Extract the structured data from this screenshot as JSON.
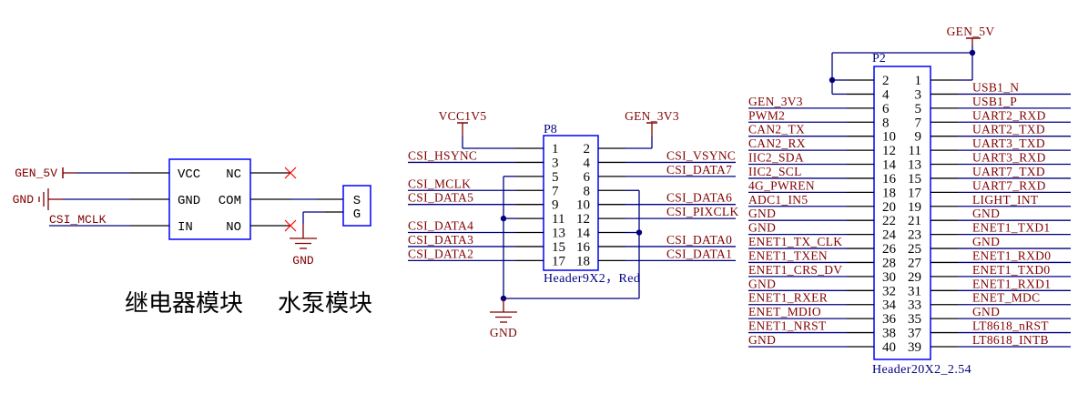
{
  "colors": {
    "wire": "#000080",
    "pin": "#000000",
    "component_outline": "#0000ff",
    "net_label": "#800000",
    "designator": "#000080",
    "pin_number": "#000000",
    "no_connect": "#ff0000",
    "power_symbol": "#800000"
  },
  "relay_module": {
    "left_pins": [
      "VCC",
      "GND",
      "IN"
    ],
    "right_pins": [
      "NC",
      "COM",
      "NO"
    ],
    "vcc_net": "GEN_5V",
    "gnd_net": "GND",
    "in_net": "CSI_MCLK",
    "pump_connector_pins": [
      "S",
      "G"
    ],
    "pump_gnd_net": "GND"
  },
  "captions": [
    "继电器模块",
    "水泵模块"
  ],
  "p8": {
    "designator": "P8",
    "comment": "Header9X2，Red",
    "power_left": "VCC1V5",
    "power_right": "GEN_3V3",
    "gnd_net": "GND",
    "left_pins": [
      "1",
      "3",
      "5",
      "7",
      "9",
      "11",
      "13",
      "15",
      "17"
    ],
    "right_pins": [
      "2",
      "4",
      "6",
      "8",
      "10",
      "12",
      "14",
      "16",
      "18"
    ],
    "left_nets": [
      "",
      "CSI_HSYNC",
      "",
      "CSI_MCLK",
      "CSI_DATA5",
      "",
      "CSI_DATA4",
      "CSI_DATA3",
      "CSI_DATA2"
    ],
    "right_nets": [
      "",
      "CSI_VSYNC",
      "CSI_DATA7",
      "",
      "CSI_DATA6",
      "CSI_PIXCLK",
      "",
      "CSI_DATA0",
      "CSI_DATA1"
    ]
  },
  "p2": {
    "designator": "P2",
    "comment": "Header20X2_2.54",
    "power_net": "GEN_5V",
    "left_pins": [
      "2",
      "4",
      "6",
      "8",
      "10",
      "12",
      "14",
      "16",
      "18",
      "20",
      "22",
      "24",
      "26",
      "28",
      "30",
      "32",
      "34",
      "36",
      "38",
      "40"
    ],
    "right_pins": [
      "1",
      "3",
      "5",
      "7",
      "9",
      "11",
      "13",
      "15",
      "17",
      "19",
      "21",
      "23",
      "25",
      "27",
      "29",
      "31",
      "33",
      "35",
      "37",
      "39"
    ],
    "left_nets": [
      "",
      "",
      "GEN_3V3",
      "PWM2",
      "CAN2_TX",
      "CAN2_RX",
      "IIC2_SDA",
      "IIC2_SCL",
      "4G_PWREN",
      "ADC1_IN5",
      "GND",
      "GND",
      "ENET1_TX_CLK",
      "ENET1_TXEN",
      "ENET1_CRS_DV",
      "GND",
      "ENET1_RXER",
      "ENET_MDIO",
      "ENET1_NRST",
      "GND"
    ],
    "right_nets": [
      "",
      "USB1_N",
      "USB1_P",
      "UART2_RXD",
      "UART2_TXD",
      "UART3_TXD",
      "UART3_RXD",
      "UART7_TXD",
      "UART7_RXD",
      "LIGHT_INT",
      "GND",
      "ENET1_TXD1",
      "GND",
      "ENET1_RXD0",
      "ENET1_TXD0",
      "ENET1_RXD1",
      "ENET_MDC",
      "GND",
      "LT8618_nRST",
      "LT8618_INTB"
    ]
  }
}
